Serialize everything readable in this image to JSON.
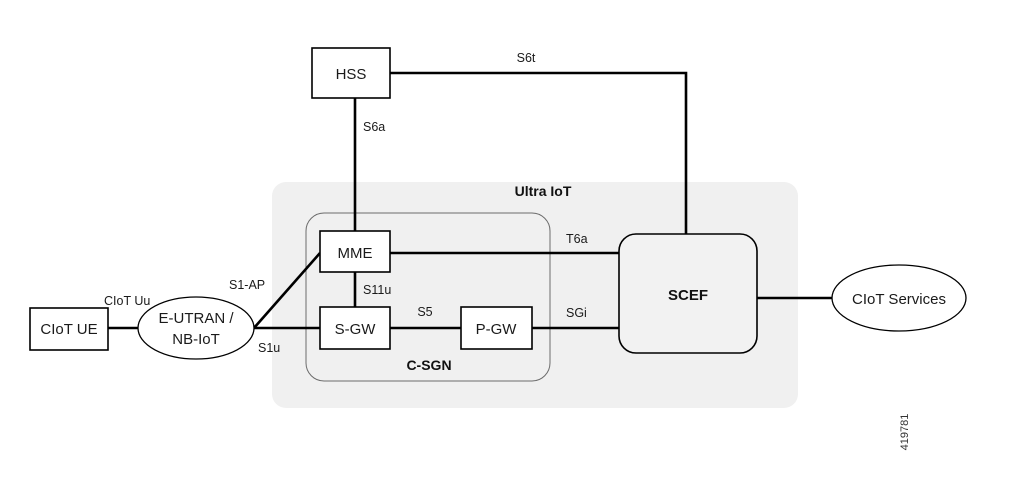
{
  "figure": {
    "id_label": "419781",
    "regions": [
      {
        "key": "ultra_iot",
        "label": "Ultra IoT"
      },
      {
        "key": "c_sgn",
        "label": "C-SGN"
      }
    ],
    "nodes": [
      {
        "key": "ciot_ue",
        "label": "CIoT UE",
        "shape": "box"
      },
      {
        "key": "eutran",
        "label": "E-UTRAN /",
        "label2": "NB-IoT",
        "shape": "ellipse"
      },
      {
        "key": "hss",
        "label": "HSS",
        "shape": "box"
      },
      {
        "key": "mme",
        "label": "MME",
        "shape": "box"
      },
      {
        "key": "sgw",
        "label": "S-GW",
        "shape": "box"
      },
      {
        "key": "pgw",
        "label": "P-GW",
        "shape": "box"
      },
      {
        "key": "scef",
        "label": "SCEF",
        "shape": "rounded"
      },
      {
        "key": "ciot_services",
        "label": "CIoT Services",
        "shape": "ellipse"
      }
    ],
    "links": [
      {
        "key": "ciot_uu",
        "label": "CIoT Uu",
        "from": "ciot_ue",
        "to": "eutran"
      },
      {
        "key": "s1ap",
        "label": "S1-AP",
        "from": "eutran",
        "to": "mme"
      },
      {
        "key": "s1u",
        "label": "S1u",
        "from": "eutran",
        "to": "sgw"
      },
      {
        "key": "s6a",
        "label": "S6a",
        "from": "hss",
        "to": "mme"
      },
      {
        "key": "s6t",
        "label": "S6t",
        "from": "hss",
        "to": "scef"
      },
      {
        "key": "s11u",
        "label": "S11u",
        "from": "mme",
        "to": "sgw"
      },
      {
        "key": "s5",
        "label": "S5",
        "from": "sgw",
        "to": "pgw"
      },
      {
        "key": "t6a",
        "label": "T6a",
        "from": "mme",
        "to": "scef"
      },
      {
        "key": "sgi",
        "label": "SGi",
        "from": "pgw",
        "to": "scef"
      },
      {
        "key": "svc",
        "label": "",
        "from": "scef",
        "to": "ciot_services"
      }
    ],
    "colors": {
      "region_background": "#f0f0f0",
      "node_fill": "#ffffff",
      "rounded_fill": "#f2f2f2",
      "stroke": "#000000",
      "page_background": "#ffffff"
    }
  }
}
